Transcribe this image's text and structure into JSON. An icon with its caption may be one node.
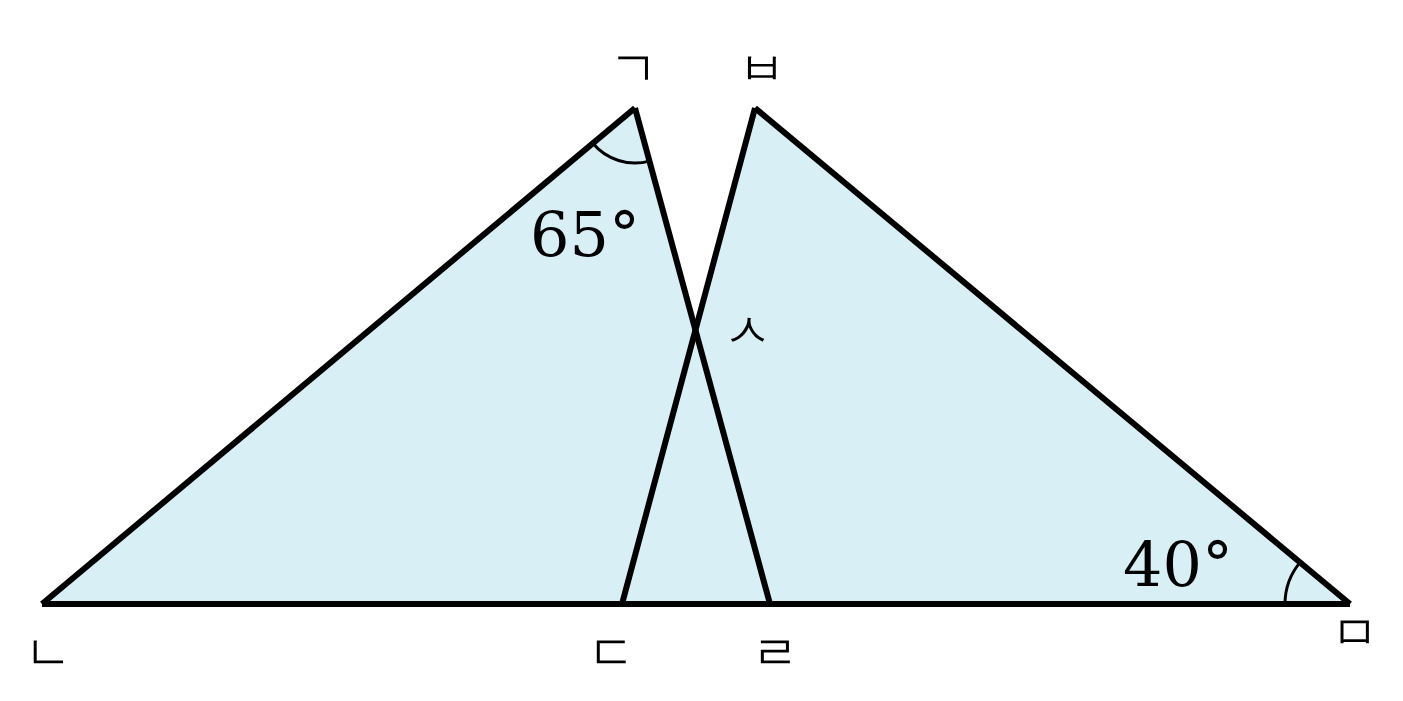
{
  "diagram": {
    "labels": [
      "ㄱ",
      "ㅂ",
      "65°",
      "ㅅ",
      "40°",
      "ㄴ",
      "ㄷ",
      "ㄹ",
      "ㅁ"
    ]
  }
}
